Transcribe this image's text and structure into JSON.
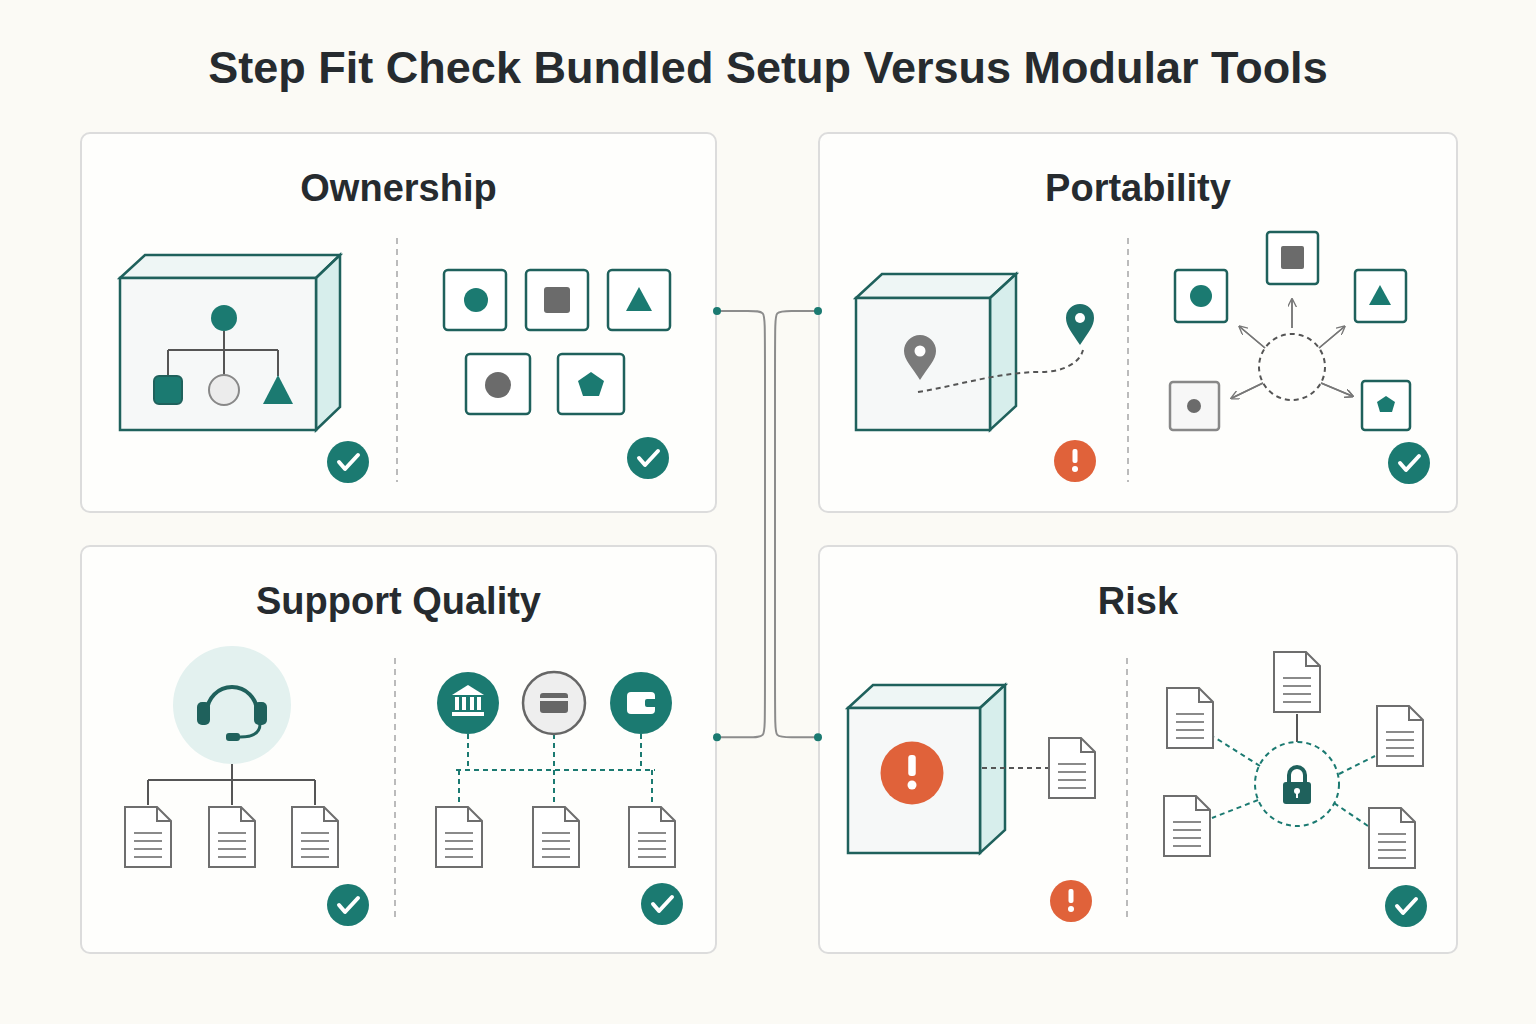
{
  "diagram": {
    "title": "Step Fit Check Bundled Setup Versus Modular Tools",
    "nodes": [
      {
        "text": [
          "Ownership"
        ]
      },
      {
        "text": [
          "Portability"
        ]
      },
      {
        "text": [
          "Support Quality"
        ]
      },
      {
        "text": [
          "Risk"
        ]
      }
    ],
    "edges": [
      {
        "from": 0,
        "to": 2,
        "arrow": "none"
      },
      {
        "from": 1,
        "to": 3,
        "arrow": "none"
      }
    ]
  }
}
